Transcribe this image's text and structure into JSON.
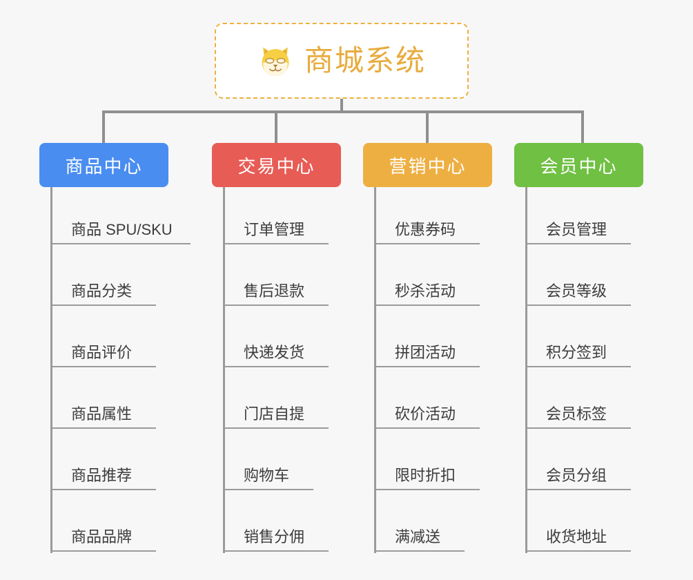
{
  "diagram": {
    "title": "商城系统",
    "root_icon": "shiba-dog-icon",
    "background_color": "#f7f7f7",
    "root_border_color": "#eeb03f",
    "root_title_color": "#e8ab3d",
    "connector_color": "#8f8f8f",
    "leaf_text_color": "#3c3c3c",
    "leaf_rule_color": "#9a9a9a"
  },
  "branches": [
    {
      "label": "商品中心",
      "color": "#4a8df0",
      "items": [
        "商品 SPU/SKU",
        "商品分类",
        "商品评价",
        "商品属性",
        "商品推荐",
        "商品品牌"
      ]
    },
    {
      "label": "交易中心",
      "color": "#e85c56",
      "items": [
        "订单管理",
        "售后退款",
        "快递发货",
        "门店自提",
        "购物车",
        "销售分佣"
      ]
    },
    {
      "label": "营销中心",
      "color": "#eeaf42",
      "items": [
        "优惠券码",
        "秒杀活动",
        "拼团活动",
        "砍价活动",
        "限时折扣",
        "满减送"
      ]
    },
    {
      "label": "会员中心",
      "color": "#70c043",
      "items": [
        "会员管理",
        "会员等级",
        "积分签到",
        "会员标签",
        "会员分组",
        "收货地址"
      ]
    }
  ]
}
